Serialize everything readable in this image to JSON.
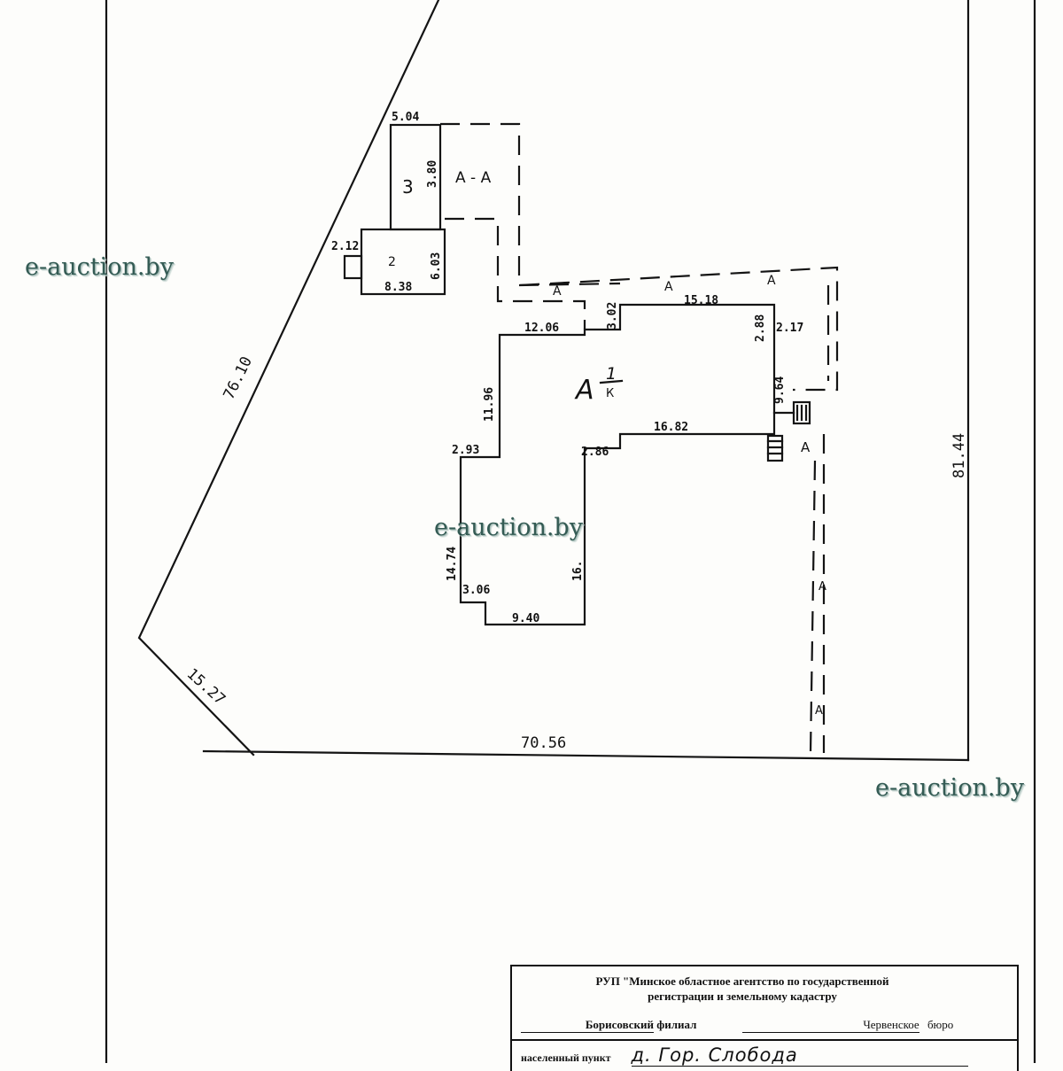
{
  "watermark": "e-auction.by",
  "plan": {
    "dimensions": {
      "d_5_04": "5.04",
      "d_3_80": "3.80",
      "d_2_12": "2.12",
      "d_6_03": "6.03",
      "d_8_38": "8.38",
      "d_76_10": "76.10",
      "d_12_06": "12.06",
      "d_3_02": "3.02",
      "d_15_18": "15.18",
      "d_2_88": "2.88",
      "d_2_17": "2.17",
      "d_9_64": "9.64",
      "d_11_96": "11.96",
      "d_16_82": "16.82",
      "d_2_93": "2.93",
      "d_2_86": "2.86",
      "d_81_44": "81.44",
      "d_14_74": "14.74",
      "d_16_cut": "16.",
      "d_3_06": "3.06",
      "d_9_40": "9.40",
      "d_15_27": "15.27",
      "d_70_56": "70.56"
    },
    "labels": {
      "bldg_3": "3",
      "bldg_2": "2",
      "aa": "А - А",
      "a1": "А",
      "a2": "А",
      "a3": "А",
      "a_right": "А",
      "a_lower1": "А",
      "a_lower2": "А",
      "main_letter": "А",
      "main_num": "1",
      "main_sub": "К"
    }
  },
  "stamp": {
    "org_line1": "РУП \"Минское областное агентство по государственной",
    "org_line2": "регистрации и земельному кадастру",
    "branch_name": "Борисовский",
    "branch_label": "филиал",
    "bureau_name": "Червенское",
    "bureau_label": "бюро",
    "settlement_label": "населенный пункт",
    "settlement_value": "д. Гор. Слобода"
  }
}
